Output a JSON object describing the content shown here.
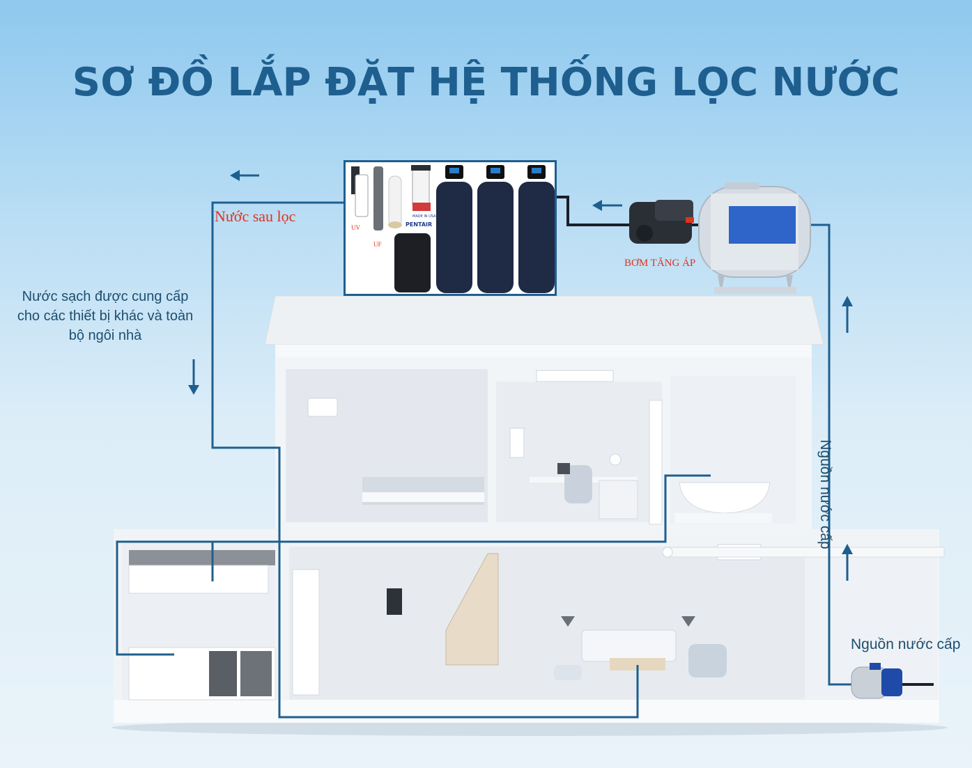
{
  "title": "SƠ ĐỒ LẮP ĐẶT HỆ THỐNG LỌC NƯỚC",
  "labels": {
    "after_filter": "Nước sau lọc",
    "clean_supply": "Nước sạch được cung cấp cho các thiết bị khác và toàn bộ ngôi nhà",
    "booster_pump": "BƠM TĂNG ÁP",
    "source_vertical": "Nguồn nước cấp",
    "source": "Nguồn nước cấp"
  },
  "filter_box": {
    "uv_label": "UV",
    "uf_label": "UF",
    "brand": "PENTAIR",
    "flag_text": "MADE IN USA"
  },
  "colors": {
    "title": "#1e5f8f",
    "pipe": "#1e5f8f",
    "accent_red": "#e0321e",
    "tank": "#1f2a44"
  }
}
